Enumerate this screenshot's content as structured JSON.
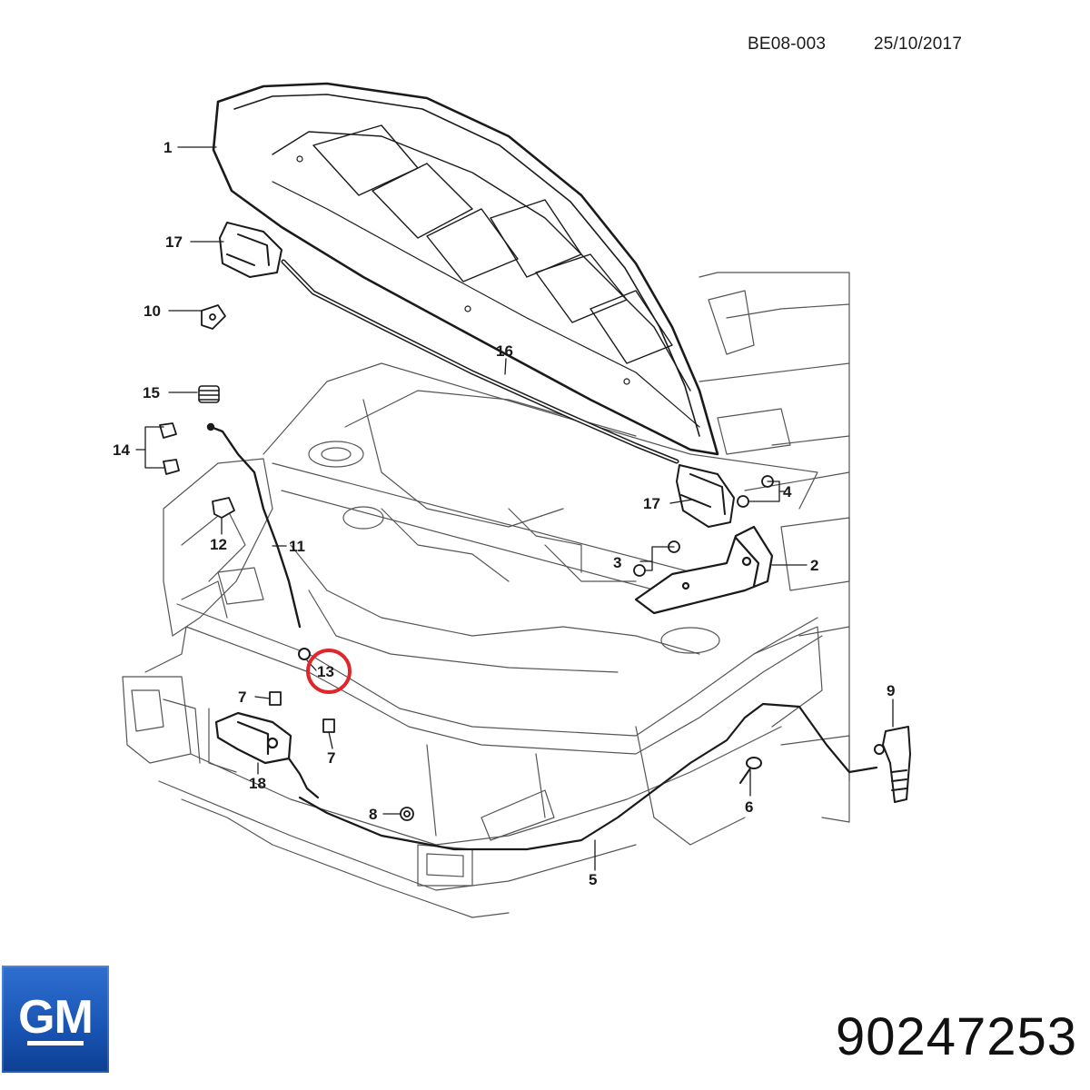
{
  "header": {
    "doc_code": "BE08-003",
    "date": "25/10/2017"
  },
  "diagram": {
    "callouts": [
      {
        "id": "1",
        "label": "1"
      },
      {
        "id": "2",
        "label": "2"
      },
      {
        "id": "3",
        "label": "3"
      },
      {
        "id": "4",
        "label": "4"
      },
      {
        "id": "5",
        "label": "5"
      },
      {
        "id": "6",
        "label": "6"
      },
      {
        "id": "7a",
        "label": "7"
      },
      {
        "id": "7b",
        "label": "7"
      },
      {
        "id": "8",
        "label": "8"
      },
      {
        "id": "9",
        "label": "9"
      },
      {
        "id": "10",
        "label": "10"
      },
      {
        "id": "11",
        "label": "11"
      },
      {
        "id": "12",
        "label": "12"
      },
      {
        "id": "13",
        "label": "13"
      },
      {
        "id": "14",
        "label": "14"
      },
      {
        "id": "15",
        "label": "15"
      },
      {
        "id": "16",
        "label": "16"
      },
      {
        "id": "17a",
        "label": "17"
      },
      {
        "id": "17b",
        "label": "17"
      },
      {
        "id": "18",
        "label": "18"
      }
    ],
    "highlighted_callout": "13",
    "highlight_color": "#e0252b"
  },
  "footer": {
    "logo_text": "GM",
    "logo_color": "#1a56b6",
    "part_number": "90247253"
  }
}
